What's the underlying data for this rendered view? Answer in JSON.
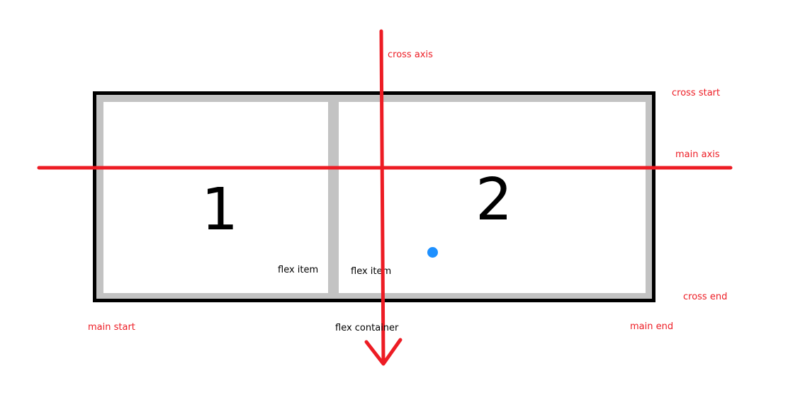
{
  "diagram": {
    "items": [
      {
        "number": "1",
        "label": "flex item"
      },
      {
        "number": "2",
        "label": "flex item"
      }
    ],
    "container_label": "flex container",
    "axis_labels": {
      "cross_axis": "cross axis",
      "cross_start": "cross start",
      "main_axis": "main axis",
      "cross_end": "cross end",
      "main_start": "main start",
      "main_end": "main end"
    },
    "colors": {
      "axis": "#ed1c24",
      "container_border": "#000000",
      "container_fill": "#c3c3c3",
      "item_fill": "#ffffff",
      "cursor_dot": "#1e90ff"
    },
    "icons": {
      "cursor": "cursor-dot-icon",
      "arrow": "arrow-down-icon"
    }
  }
}
